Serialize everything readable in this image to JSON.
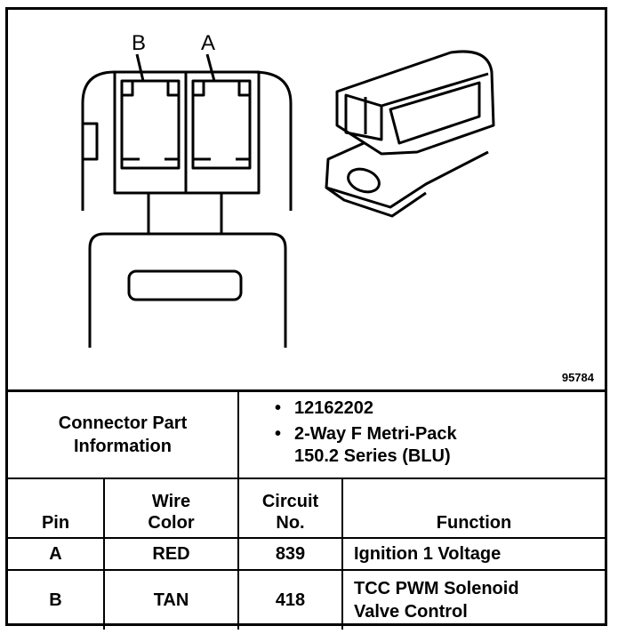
{
  "figure": {
    "pin_labels": [
      "B",
      "A"
    ],
    "figure_number": "95784"
  },
  "connector_part_information": {
    "label": "Connector Part Information",
    "label_lines": [
      "Connector Part",
      "Information"
    ],
    "bullet": "•",
    "items": [
      {
        "lines": [
          "12162202"
        ]
      },
      {
        "lines": [
          "2-Way F Metri-Pack",
          "150.2 Series (BLU)"
        ]
      }
    ]
  },
  "pin_table": {
    "headers": {
      "pin": "Pin",
      "wire_color": [
        "Wire",
        "Color"
      ],
      "circuit_no": [
        "Circuit",
        "No."
      ],
      "function": "Function"
    },
    "rows": [
      {
        "pin": "A",
        "wire_color": "RED",
        "circuit_no": "839",
        "function": [
          "Ignition 1 Voltage"
        ]
      },
      {
        "pin": "B",
        "wire_color": "TAN",
        "circuit_no": "418",
        "function": [
          "TCC PWM Solenoid",
          "Valve Control"
        ]
      }
    ]
  }
}
